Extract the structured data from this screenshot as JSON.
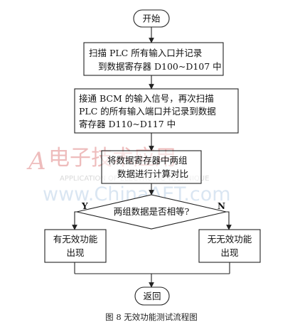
{
  "nodes": {
    "start": "开始",
    "scan1": [
      "扫描 PLC 所有输入口并记录",
      "到数据寄存器 D100~D107 中"
    ],
    "scan2": [
      "接通 BCM 的输入信号，再次扫描",
      "PLC 的所有输入端口并记录到数据",
      "寄存器 D110~D117 中"
    ],
    "compute": [
      "将数据寄存器中两组",
      "数据进行计算对比"
    ],
    "decision": "两组数据是否相等?",
    "invalid_yes": [
      "有无效功能",
      "出现"
    ],
    "invalid_no": [
      "无无效功能",
      "出现"
    ],
    "end": "返回"
  },
  "branch_labels": {
    "yes": "Y",
    "no": "N"
  },
  "caption": "图 8  无效功能测试流程图",
  "watermark": {
    "logo": "电子技术应用",
    "subtitle": "APPLICATION OF ELECTRONIC TECHNIQUE",
    "url": "www.ChinaAET.com"
  }
}
